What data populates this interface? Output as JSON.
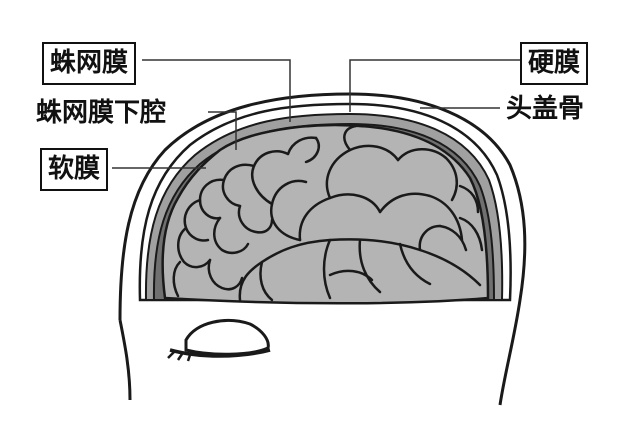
{
  "labels": {
    "arachnoid": "蛛网膜",
    "dura": "硬膜",
    "subarachnoid_space": "蛛网膜下腔",
    "skull": "头盖骨",
    "pia": "软膜"
  },
  "colors": {
    "line": "#1a1a1a",
    "brain_fill": "#b4b4b4",
    "meninges_dark": "#707070",
    "meninges_light": "#a0a0a0",
    "background": "#ffffff"
  }
}
